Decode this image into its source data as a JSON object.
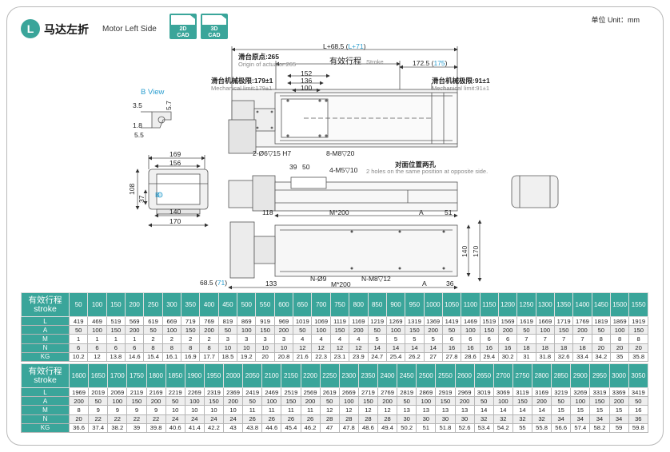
{
  "header": {
    "badge": "L",
    "title": "马达左折",
    "subtitle": "Motor Left Side",
    "cad_2d": [
      "2D",
      "CAD"
    ],
    "cad_3d": [
      "3D",
      "CAD"
    ],
    "unit": "单位 Unit：mm"
  },
  "drawing": {
    "total_length_a": "L+68.5 (",
    "total_length_b": "L+71",
    "total_length_c": ")",
    "origin_label": "滑台原点:265",
    "origin_label_en": "Origin of actuator:265",
    "stroke_label": "有效行程",
    "stroke_label_en": "Stroke",
    "right_dim_a": "172.5 (",
    "right_dim_b": "175",
    "right_dim_c": ")",
    "mech_left": "滑台机械极限:179±1",
    "mech_left_en": "Mechanical limit:179±1",
    "mech_right": "滑台机械极限:91±1",
    "mech_right_en": "Mechanical limit:91±1",
    "d152": "152",
    "d136": "136",
    "d100": "100",
    "b_view": "B View",
    "d3_5": "3.5",
    "d5_7": "5.7",
    "d1_8": "1.8",
    "d5_5": "5.5",
    "hole1": "2-Ø6▽15 H7",
    "hole2": "8-M8▽20",
    "d39": "39",
    "d50": "50",
    "hole3": "4-M5▽10",
    "opp_label": "对面位置两孔",
    "opp_label_en": "2 holes on the same position at opposite side.",
    "d169": "169",
    "d156": "156",
    "d108": "108",
    "d37": "37",
    "b_mark": "B",
    "d140": "140",
    "d170": "170",
    "d118": "118",
    "m200": "M*200",
    "dA": "A",
    "d51": "51",
    "d140v": "140",
    "d170v": "170",
    "d68_5a": "68.5 (",
    "d68_5b": "71",
    "d68_5c": ")",
    "d133": "133",
    "n9": "N-Ø9",
    "m200b": "M*200",
    "nm8": "N-M8▽12",
    "dA2": "A",
    "d36": "36"
  },
  "table1": {
    "stroke_label": [
      "有效行程",
      "stroke"
    ],
    "strokes": [
      "50",
      "100",
      "150",
      "200",
      "250",
      "300",
      "350",
      "400",
      "450",
      "500",
      "550",
      "600",
      "650",
      "700",
      "750",
      "800",
      "850",
      "900",
      "950",
      "1000",
      "1050",
      "1100",
      "1150",
      "1200",
      "1250",
      "1300",
      "1350",
      "1400",
      "1450",
      "1500",
      "1550"
    ],
    "rows": [
      {
        "name": "L",
        "values": [
          "419",
          "469",
          "519",
          "569",
          "619",
          "669",
          "719",
          "769",
          "819",
          "869",
          "919",
          "969",
          "1019",
          "1069",
          "1119",
          "1169",
          "1219",
          "1269",
          "1319",
          "1369",
          "1419",
          "1469",
          "1519",
          "1569",
          "1619",
          "1669",
          "1719",
          "1769",
          "1819",
          "1869",
          "1919"
        ]
      },
      {
        "name": "A",
        "values": [
          "50",
          "100",
          "150",
          "200",
          "50",
          "100",
          "150",
          "200",
          "50",
          "100",
          "150",
          "200",
          "50",
          "100",
          "150",
          "200",
          "50",
          "100",
          "150",
          "200",
          "50",
          "100",
          "150",
          "200",
          "50",
          "100",
          "150",
          "200",
          "50",
          "100",
          "150"
        ]
      },
      {
        "name": "M",
        "values": [
          "1",
          "1",
          "1",
          "1",
          "2",
          "2",
          "2",
          "2",
          "3",
          "3",
          "3",
          "3",
          "4",
          "4",
          "4",
          "4",
          "5",
          "5",
          "5",
          "5",
          "6",
          "6",
          "6",
          "6",
          "7",
          "7",
          "7",
          "7",
          "8",
          "8",
          "8"
        ]
      },
      {
        "name": "N",
        "values": [
          "6",
          "6",
          "6",
          "6",
          "8",
          "8",
          "8",
          "8",
          "10",
          "10",
          "10",
          "10",
          "12",
          "12",
          "12",
          "12",
          "14",
          "14",
          "14",
          "14",
          "16",
          "16",
          "16",
          "16",
          "18",
          "18",
          "18",
          "18",
          "20",
          "20",
          "20"
        ]
      },
      {
        "name": "KG",
        "values": [
          "10.2",
          "12",
          "13.8",
          "14.6",
          "15.4",
          "16.1",
          "16.9",
          "17.7",
          "18.5",
          "19.2",
          "20",
          "20.8",
          "21.6",
          "22.3",
          "23.1",
          "23.9",
          "24.7",
          "25.4",
          "26.2",
          "27",
          "27.8",
          "28.6",
          "29.4",
          "30.2",
          "31",
          "31.8",
          "32.6",
          "33.4",
          "34.2",
          "35",
          "35.8"
        ]
      }
    ]
  },
  "table2": {
    "stroke_label": [
      "有效行程",
      "stroke"
    ],
    "strokes": [
      "1600",
      "1650",
      "1700",
      "1750",
      "1800",
      "1850",
      "1900",
      "1950",
      "2000",
      "2050",
      "2100",
      "2150",
      "2200",
      "2250",
      "2300",
      "2350",
      "2400",
      "2450",
      "2500",
      "2550",
      "2600",
      "2650",
      "2700",
      "2750",
      "2800",
      "2850",
      "2900",
      "2950",
      "3000",
      "3050"
    ],
    "rows": [
      {
        "name": "L",
        "values": [
          "1969",
          "2019",
          "2069",
          "2119",
          "2169",
          "2219",
          "2269",
          "2319",
          "2369",
          "2419",
          "2469",
          "2519",
          "2569",
          "2619",
          "2669",
          "2719",
          "2769",
          "2819",
          "2869",
          "2919",
          "2969",
          "3019",
          "3069",
          "3119",
          "3169",
          "3219",
          "3269",
          "3319",
          "3369",
          "3419"
        ]
      },
      {
        "name": "A",
        "values": [
          "200",
          "50",
          "100",
          "150",
          "200",
          "50",
          "100",
          "150",
          "200",
          "50",
          "100",
          "150",
          "200",
          "50",
          "100",
          "150",
          "200",
          "50",
          "100",
          "150",
          "200",
          "50",
          "100",
          "150",
          "200",
          "50",
          "100",
          "150",
          "200",
          "50"
        ]
      },
      {
        "name": "M",
        "values": [
          "8",
          "9",
          "9",
          "9",
          "9",
          "10",
          "10",
          "10",
          "10",
          "11",
          "11",
          "11",
          "11",
          "12",
          "12",
          "12",
          "12",
          "13",
          "13",
          "13",
          "13",
          "14",
          "14",
          "14",
          "14",
          "15",
          "15",
          "15",
          "15",
          "16"
        ]
      },
      {
        "name": "N",
        "values": [
          "20",
          "22",
          "22",
          "22",
          "22",
          "24",
          "24",
          "24",
          "24",
          "26",
          "26",
          "26",
          "26",
          "28",
          "28",
          "28",
          "28",
          "30",
          "30",
          "30",
          "30",
          "32",
          "32",
          "32",
          "32",
          "34",
          "34",
          "34",
          "34",
          "36"
        ]
      },
      {
        "name": "KG",
        "values": [
          "36.6",
          "37.4",
          "38.2",
          "39",
          "39.8",
          "40.6",
          "41.4",
          "42.2",
          "43",
          "43.8",
          "44.6",
          "45.4",
          "46.2",
          "47",
          "47.8",
          "48.6",
          "49.4",
          "50.2",
          "51",
          "51.8",
          "52.6",
          "53.4",
          "54.2",
          "55",
          "55.8",
          "56.6",
          "57.4",
          "58.2",
          "59",
          "59.8"
        ]
      }
    ]
  },
  "colors": {
    "accent": "#3aa59a",
    "blue_dim": "#2d9fd0",
    "line": "#555555"
  }
}
